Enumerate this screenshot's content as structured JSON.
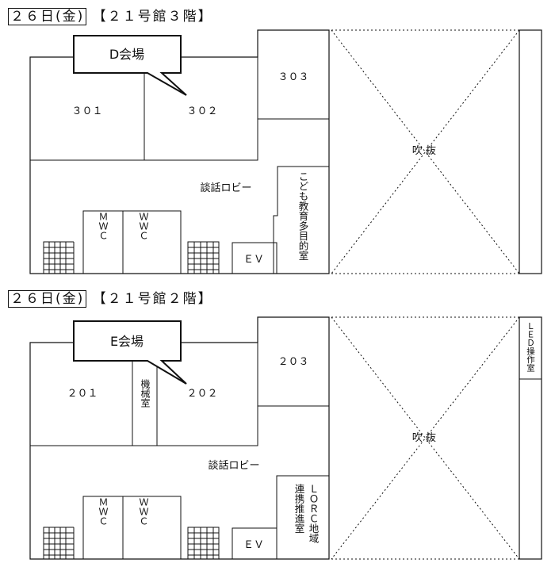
{
  "floors": [
    {
      "date": "２６日(金)",
      "building": "【２１号館３階】",
      "venue": "D会場",
      "rooms": {
        "a": "３０１",
        "b": "３０２",
        "c": "３０３"
      },
      "lobby": "談話ロビー",
      "wc_men": "ＭＷＣ",
      "wc_women": "ＷＷＣ",
      "ev": "ＥＶ",
      "side_room": "こども教育多目的室",
      "atrium": "吹 抜"
    },
    {
      "date": "２６日(金)",
      "building": "【２１号館２階】",
      "venue": "E会場",
      "rooms": {
        "a": "２０１",
        "b": "２０２",
        "c": "２０３"
      },
      "machine_room": "機械室",
      "lobby": "談話ロビー",
      "wc_men": "ＭＷＣ",
      "wc_women": "ＷＷＣ",
      "ev": "ＥＶ",
      "side_room": "ＬＯＲＣ地域連携推進室",
      "led_room": "ＬＥＤ操作室",
      "atrium": "吹 抜"
    }
  ]
}
